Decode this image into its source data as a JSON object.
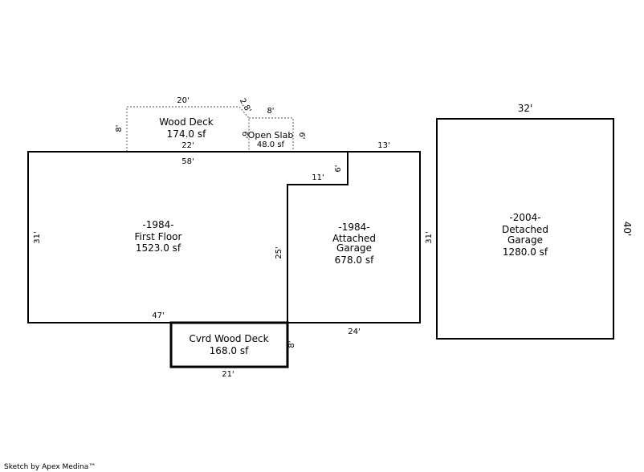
{
  "footer": "Sketch by Apex Medina™",
  "areas": {
    "first_floor": [
      "-1984-",
      "First Floor",
      "1523.0 sf"
    ],
    "attached_garage": [
      "-1984-",
      "Attached",
      "Garage",
      "678.0 sf"
    ],
    "detached_garage": [
      "-2004-",
      "Detached",
      "Garage",
      "1280.0 sf"
    ],
    "wood_deck": [
      "Wood Deck",
      "174.0 sf"
    ],
    "open_slab": [
      "Open Slab",
      "48.0 sf"
    ],
    "cvrd_wood_deck": [
      "Cvrd Wood Deck",
      "168.0 sf"
    ]
  },
  "dimensions": {
    "deck_top": "20'",
    "deck_diag": "2.8'",
    "slab_top": "8'",
    "deck_left": "8'",
    "deck_right": "6'",
    "slab_right": "6'",
    "deck_bottom": "22'",
    "house_top_left": "58'",
    "house_top_right": "13'",
    "notch_height": "6'",
    "notch_width": "11'",
    "house_left": "31'",
    "garage_inner": "25'",
    "house_right": "31'",
    "house_bottom": "47'",
    "garage_bottom": "24'",
    "cvrd_side": "8'",
    "cvrd_bottom": "21'",
    "detached_top": "32'",
    "detached_right": "40'"
  }
}
